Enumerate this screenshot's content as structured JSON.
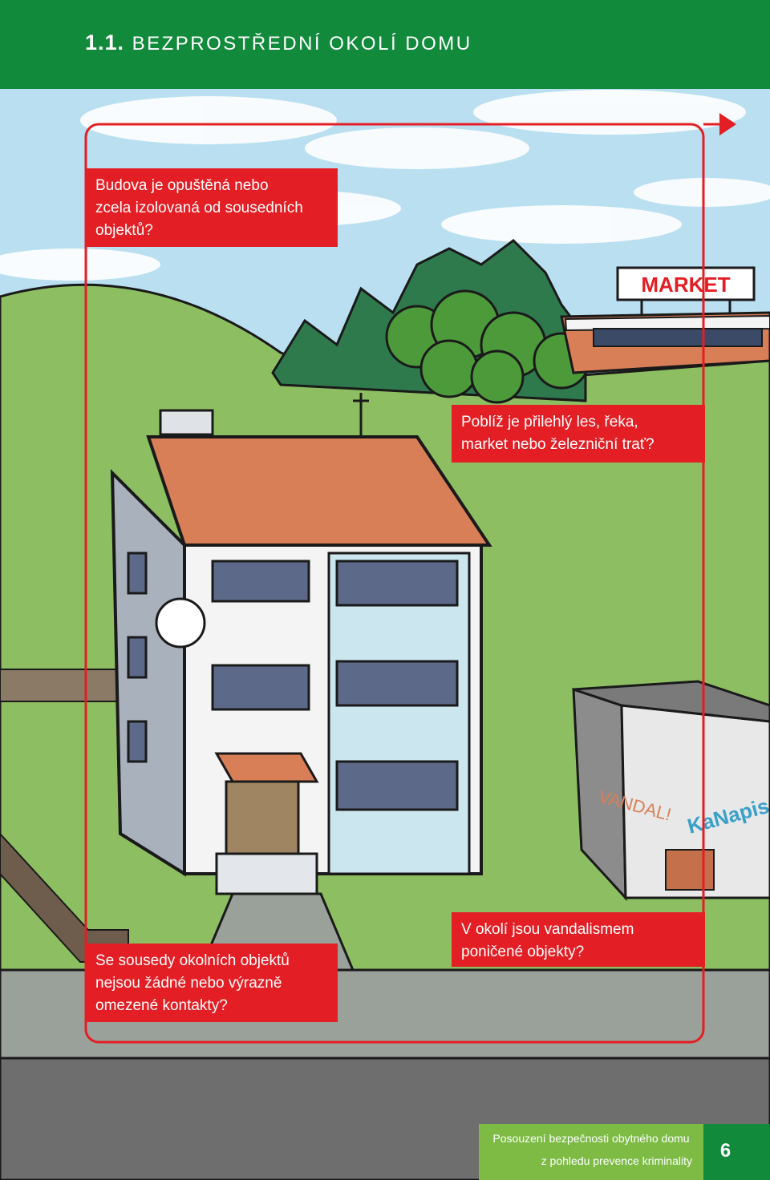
{
  "header": {
    "section_number": "1.1.",
    "section_title": "BEZPROSTŘEDNÍ OKOLÍ DOMU",
    "background_color": "#118a3c"
  },
  "questions": [
    {
      "lines": [
        "Budova je opuštěná nebo",
        "zcela izolovaná od sousedních",
        "objektů?"
      ]
    },
    {
      "lines": [
        "Poblíž je přilehlý les, řeka,",
        "market nebo železniční trať?"
      ]
    },
    {
      "lines": [
        "Se sousedy okolních objektů",
        "nejsou žádné nebo výrazně",
        "omezené kontakty?"
      ]
    },
    {
      "lines": [
        "V okolí jsou vandalismem",
        "poničené objekty?"
      ]
    }
  ],
  "illustration": {
    "market_sign": "MARKET",
    "graffiti_1": "VANDAL!",
    "graffiti_2": "KaNapis"
  },
  "footer": {
    "line1": "Posouzení bezpečnosti obytného domu",
    "line2": "z pohledu prevence kriminality",
    "page_number": "6",
    "box_color": "#7dbb45",
    "accent_color": "#e31e24"
  }
}
